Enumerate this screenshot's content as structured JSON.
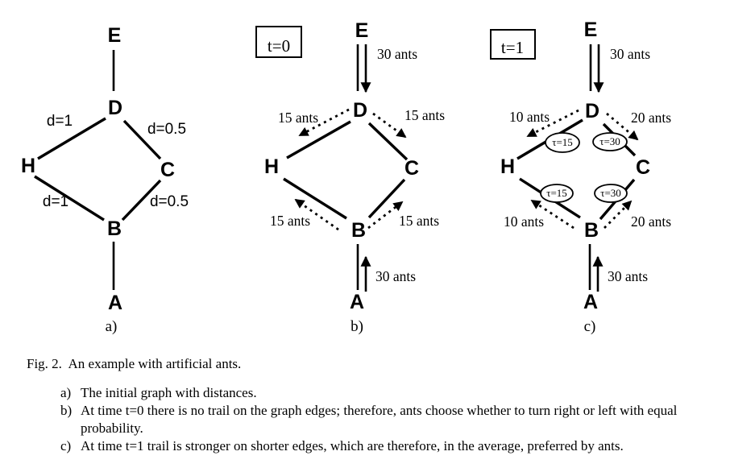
{
  "figure": {
    "node_labels": {
      "e": "E",
      "d": "D",
      "h": "H",
      "c": "C",
      "b": "B",
      "a": "A"
    },
    "panels": {
      "a": {
        "label": "a)",
        "distances": {
          "dh": "d=1",
          "dc": "d=0.5",
          "hb": "d=1",
          "cb": "d=0.5"
        }
      },
      "b": {
        "label": "b)",
        "time": "t=0",
        "ants": {
          "ed": "30 ants",
          "dh": "15 ants",
          "dc": "15 ants",
          "bh": "15 ants",
          "bc": "15 ants",
          "ab": "30 ants"
        }
      },
      "c": {
        "label": "c)",
        "time": "t=1",
        "ants": {
          "ed": "30 ants",
          "dh": "10 ants",
          "dc": "20 ants",
          "bh": "10 ants",
          "bc": "20 ants",
          "ab": "30 ants"
        },
        "trails": {
          "dh": "τ=15",
          "dc": "τ=30",
          "hb": "τ=15",
          "cb": "τ=30"
        }
      }
    },
    "caption": {
      "fig_label": "Fig. 2.",
      "fig_text": "An example with artificial ants.",
      "items": [
        {
          "marker": "a)",
          "text": "The initial graph with distances."
        },
        {
          "marker": "b)",
          "text": "At time t=0 there is no trail on the graph edges; therefore, ants choose whether to turn right or left with equal probability."
        },
        {
          "marker": "c)",
          "text": "At time t=1 trail is stronger on shorter edges, which are therefore, in the average, preferred by ants."
        }
      ]
    }
  }
}
